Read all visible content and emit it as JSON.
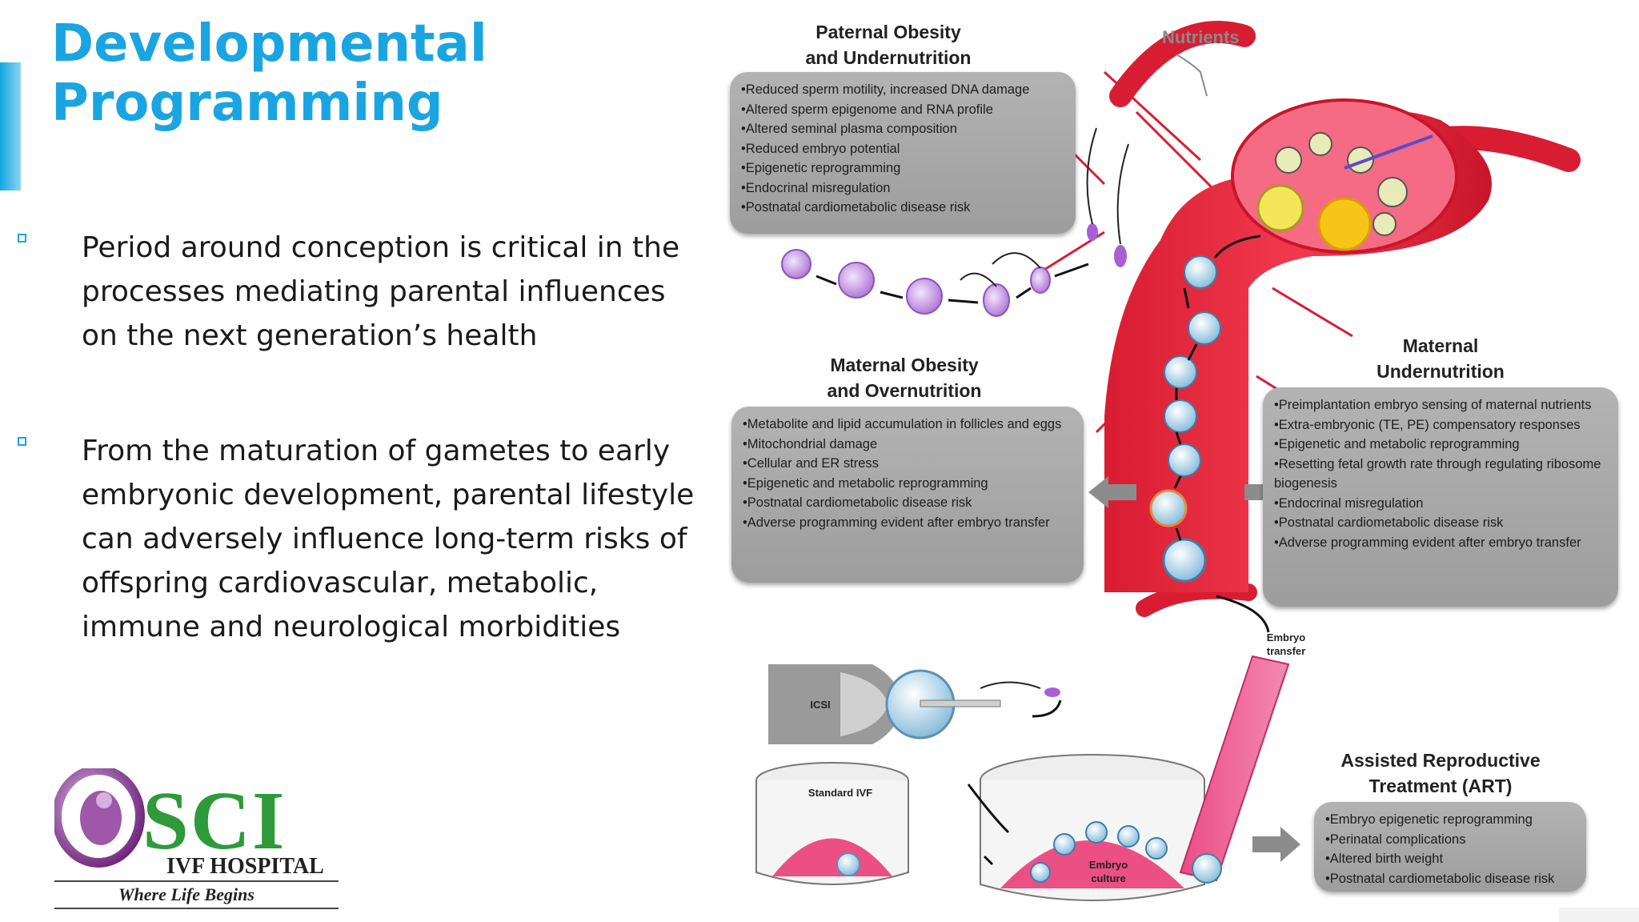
{
  "slide": {
    "title_line1": "Developmental",
    "title_line2": "Programming",
    "bullets": [
      {
        "line1": "Period around conception is critical in the",
        "line2": "processes mediating parental influences",
        "line3": "on the next generation’s health"
      },
      {
        "line1": "From the maturation of gametes  to early",
        "line2": "embryonic development, parental lifestyle",
        "line3": "can adversely influence long-term risks of",
        "line4": "offspring cardiovascular, metabolic,",
        "line5": "immune and neurological morbidities"
      }
    ],
    "accent_color": "#1aa5e2"
  },
  "logo": {
    "name": "SCI",
    "subtitle": "IVF HOSPITAL",
    "tagline": "Where Life Begins",
    "colors": {
      "green": "#2e9a3a",
      "purple": "#7a2c86"
    }
  },
  "figure": {
    "nutrients_label": "Nutrients",
    "paternal": {
      "heading_line1": "Paternal Obesity",
      "heading_line2": "and Undernutrition",
      "items": [
        "Reduced sperm motility, increased DNA damage",
        "Altered sperm epigenome and RNA profile",
        "Altered seminal plasma composition",
        "Reduced embryo potential",
        "Epigenetic reprogramming",
        "Endocrinal misregulation",
        "Postnatal cardiometabolic disease risk"
      ]
    },
    "maternal_obesity": {
      "heading_line1": "Maternal Obesity",
      "heading_line2": "and Overnutrition",
      "items": [
        "Metabolite and lipid accumulation in follicles and eggs",
        "Mitochondrial damage",
        "Cellular and ER stress",
        "Epigenetic and metabolic reprogramming",
        "Postnatal cardiometabolic disease risk",
        "Adverse programming evident after embryo transfer"
      ]
    },
    "maternal_under": {
      "heading_line1": "Maternal",
      "heading_line2": "Undernutrition",
      "items": [
        "Preimplantation embryo sensing of maternal nutrients",
        "Extra-embryonic (TE, PE) compensatory responses",
        "Epigenetic and metabolic reprogramming",
        "Resetting fetal growth rate through regulating ribosome biogenesis",
        "Endocrinal misregulation",
        "Postnatal cardiometabolic disease risk",
        "Adverse programming evident after embryo transfer"
      ]
    },
    "art": {
      "heading_line1": "Assisted Reproductive",
      "heading_line2": "Treatment (ART)",
      "items": [
        "Embryo epigenetic reprogramming",
        "Perinatal complications",
        "Altered birth weight",
        "Postnatal cardiometabolic disease risk"
      ]
    },
    "labels": {
      "icsi": "ICSI",
      "standard_ivf": "Standard IVF",
      "embryo_culture_line1": "Embryo",
      "embryo_culture_line2": "culture",
      "embryo_transfer_line1": "Embryo",
      "embryo_transfer_line2": "transfer"
    },
    "colors": {
      "vessel_red": "#e8243a",
      "pink": "#ec4f84",
      "box_grey": "#a8a8a8"
    }
  }
}
